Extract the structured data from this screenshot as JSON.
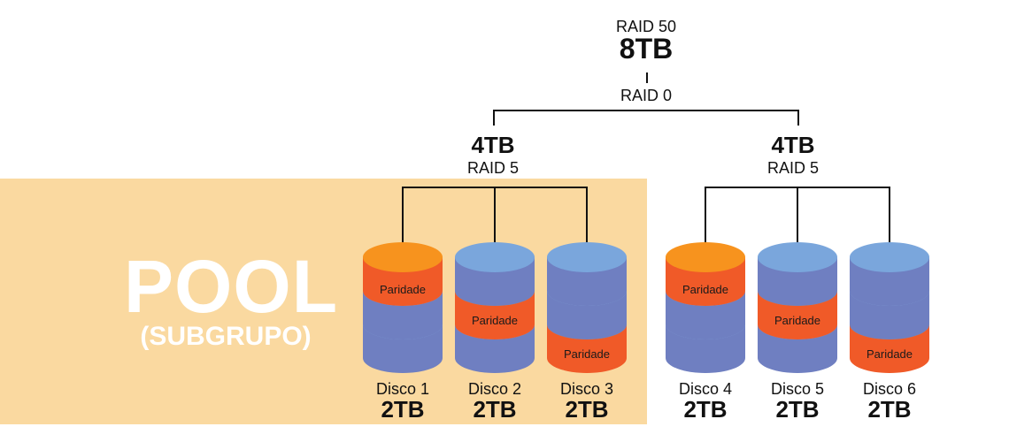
{
  "top": {
    "raid_label": "RAID 50",
    "capacity": "8TB",
    "stripe_label": "RAID 0"
  },
  "groups": [
    {
      "capacity": "4TB",
      "raid_label": "RAID 5"
    },
    {
      "capacity": "4TB",
      "raid_label": "RAID 5"
    }
  ],
  "pool": {
    "title": "POOL",
    "subtitle": "(SUBGRUPO)"
  },
  "parity_label": "Paridade",
  "disks": [
    {
      "name": "Disco 1",
      "size": "2TB",
      "parity_segment": 1
    },
    {
      "name": "Disco 2",
      "size": "2TB",
      "parity_segment": 2
    },
    {
      "name": "Disco 3",
      "size": "2TB",
      "parity_segment": 3
    },
    {
      "name": "Disco 4",
      "size": "2TB",
      "parity_segment": 1
    },
    {
      "name": "Disco 5",
      "size": "2TB",
      "parity_segment": 2
    },
    {
      "name": "Disco 6",
      "size": "2TB",
      "parity_segment": 3
    }
  ],
  "colors": {
    "pool_background": "#fad9a0",
    "disk_body": "#6f7fc1",
    "disk_top": "#7aa6dc",
    "disk_band": "#88b4e2",
    "parity_body": "#f05a28",
    "parity_top": "#f7931e",
    "line": "#111111"
  }
}
